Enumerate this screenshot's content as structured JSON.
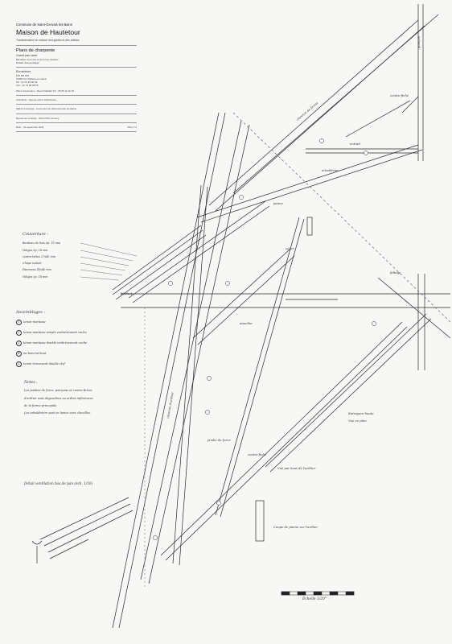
{
  "cartouche": {
    "commune": "Commune de Saint-Gervais les Bains",
    "project": "Maison de Hautetour",
    "subtitle": "Transformation en maison des guides et des artistes",
    "plan_title": "Plans de charpente",
    "plan_lines": [
      "Grand pan carré",
      "Élévation de ferme et de ferme d'arêtier",
      "Détails d'assemblage"
    ],
    "company": "Eurokolture",
    "company_lines": [
      "150 RD 825",
      "73460 Sur Rellens-sur-bains",
      "Tel : 04 79 38 06 33",
      "Fax : 04 79 38 08 26"
    ],
    "execution": "Plans d'exécution : Benoit Mariller   Tel : 06 85 11 22 39",
    "architect": "Architecte : Agence A.E.C Architectes",
    "owner": "Maître d'ouvrage : Commune de Saint-Gervais les Bains",
    "control": "Bureau de contrôle : SOCOTEC Annecy",
    "date": "Date : 01 septembre 2011",
    "plan_number": "Plan n°1"
  },
  "couverture": {
    "title": "Couverture :",
    "items": [
      "Bardeau de bois ép. 15 mm",
      "Voliges ép. 18 mm",
      "contre-lattes 27x40 mm",
      "Chape isolant",
      "Panneaux 40x40 mm",
      "Voliges ép. 18 mm"
    ]
  },
  "assemblages": {
    "title": "Assemblages :",
    "items": [
      {
        "num": "1",
        "label": "tenon-mortaise"
      },
      {
        "num": "2",
        "label": "tenon-mortaise simple embrèvement cache"
      },
      {
        "num": "3",
        "label": "tenon-mortaise double embrèvement cache"
      },
      {
        "num": "4",
        "label": "mi-bois/mi-bout"
      },
      {
        "num": "5",
        "label": "tenon traversant double clef"
      }
    ]
  },
  "notes": {
    "title": "Notes :",
    "lines": [
      "Les jambes de force, poinçons et contre-fiches",
      "d'arêtier sont dégauchies au arêtes inférieures",
      "de la ferme principale.",
      "Les arbalétriers sont en lames avec chevilles."
    ]
  },
  "detail_title": "Détail ventilation bas de pan (éch. 1/10)",
  "annotations": [
    "chevron de ferme",
    "entrait",
    "arbalétrier",
    "contre-fiche",
    "poinçon",
    "panne",
    "aisselier",
    "faîtage",
    "coyer",
    "chevron d'arêtier",
    "blochet",
    "jambe de force",
    "Entrayure haute",
    "Vue en plan",
    "Vue par bout de l'arêtier",
    "Coupe de panne sur l'arêtier",
    "contre-fiche"
  ],
  "scale_label": "Échelle 1/20°",
  "colors": {
    "line": "#2a2a2a",
    "hatch": "#555555",
    "paper": "#f7f7f5"
  }
}
